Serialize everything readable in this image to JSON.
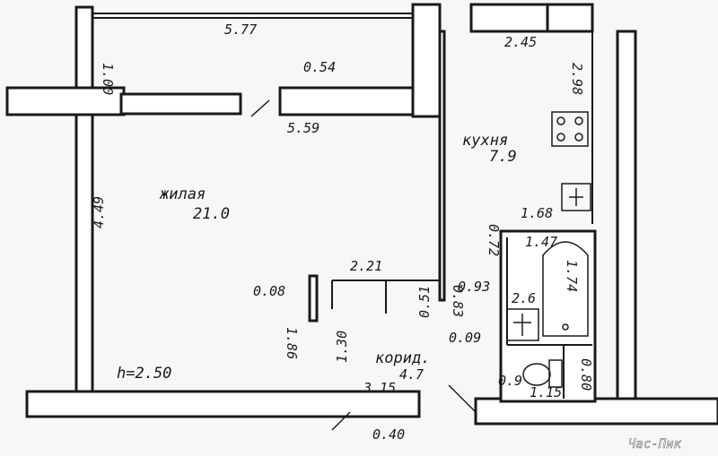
{
  "rooms": {
    "living": {
      "name": "жилая",
      "area": "21.0"
    },
    "kitchen": {
      "name": "кухня",
      "area": "7.9"
    },
    "corridor": {
      "name": "корид.",
      "area": "4.7"
    },
    "bath": {
      "area": "2.6"
    }
  },
  "ceiling_height": "h=2.50",
  "dims": {
    "top_width": "5.77",
    "top_left": "1.00",
    "window_depth": "0.54",
    "living_width": "5.59",
    "kitchen_width": "2.45",
    "kitchen_length": "2.98",
    "living_length": "4.49",
    "kitchen_inner": "1.68",
    "bath_door": "0.72",
    "bath_width": "1.47",
    "bath_tub": "1.74",
    "closet_width": "2.21",
    "wall_a": "0.08",
    "closet_depth": "0.51",
    "wall_b": "0.83",
    "bath_wall": "0.93",
    "corr_a": "1.86",
    "corr_b": "1.30",
    "wc_wall": "0.09",
    "corr_width": "3.15",
    "wc_door": "0.9",
    "wc_width": "1.15",
    "wc_depth": "0.80",
    "entry": "0.40"
  },
  "watermark": "Час-Пик"
}
